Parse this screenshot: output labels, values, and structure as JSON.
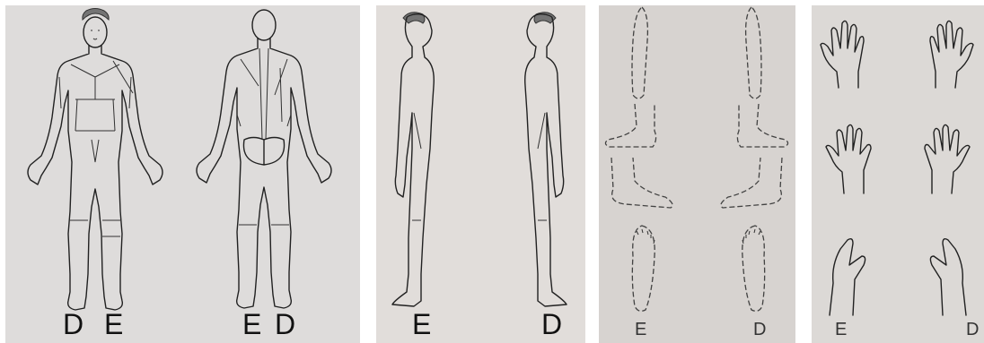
{
  "panels": {
    "front_back": {
      "left_label_front": "D",
      "right_label_front": "E",
      "left_label_back": "E",
      "right_label_back": "D"
    },
    "side": {
      "left_label": "E",
      "right_label": "D"
    },
    "feet": {
      "left_label": "E",
      "right_label": "D"
    },
    "hands": {
      "left_label": "E",
      "right_label": "D"
    }
  },
  "colors": {
    "panel_bg": "#e4e2e1",
    "line": "#222222",
    "paper_dark": "#ddd9d5"
  }
}
